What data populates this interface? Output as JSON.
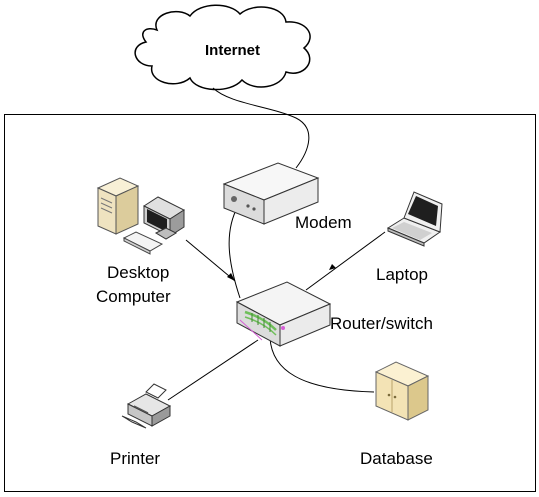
{
  "diagram": {
    "internet_label": "Internet",
    "modem_label": "Modem",
    "desktop_label_line1": "Desktop",
    "desktop_label_line2": "Computer",
    "laptop_label": "Laptop",
    "router_label": "Router/switch",
    "printer_label": "Printer",
    "database_label": "Database"
  },
  "colors": {
    "line": "#000000",
    "device_fill": "#f2f2f2",
    "device_shade": "#d9d9d9",
    "device_edge": "#333333",
    "router_port_accent": "#6fbf5a",
    "router_pink_accent": "#d65fd6",
    "desktop_beige": "#efe3c0",
    "database_beige": "#f3e3b5"
  }
}
